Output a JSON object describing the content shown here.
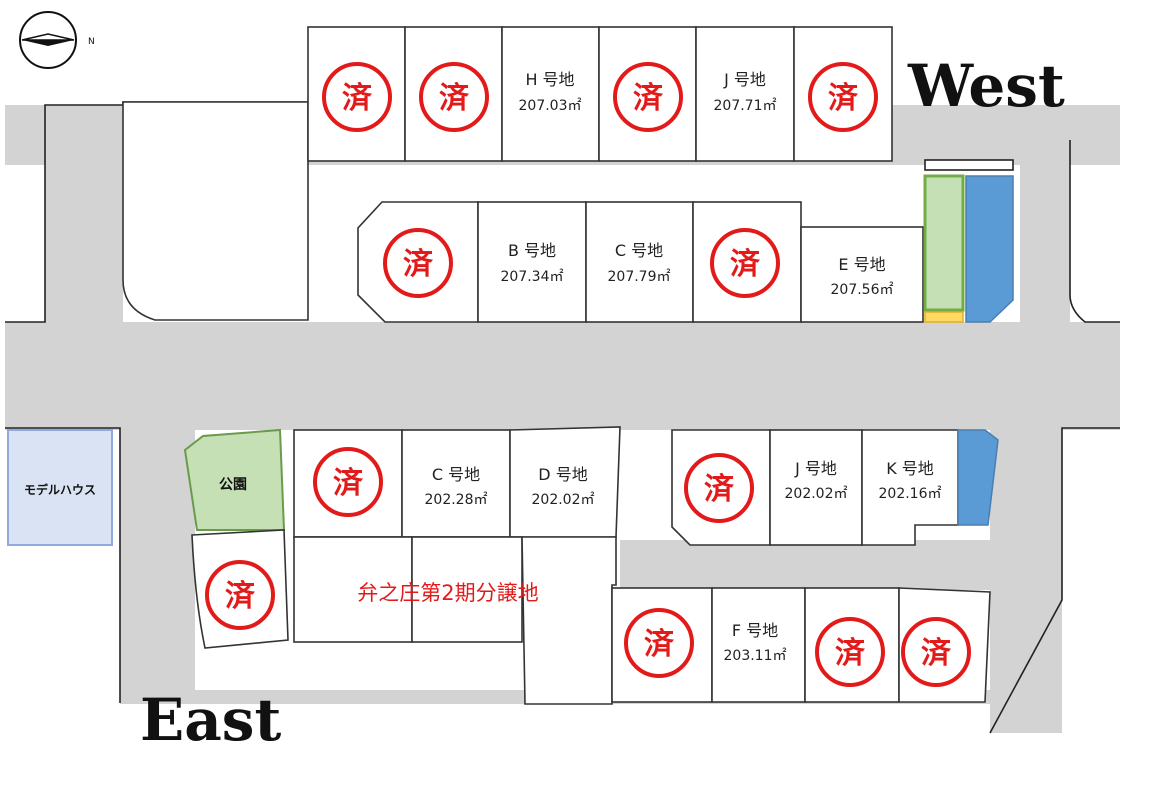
{
  "compass": {
    "letter": "N"
  },
  "directions": {
    "west": "West",
    "east": "East"
  },
  "model_house": "モデルハウス",
  "park": "公園",
  "development": "弁之庄第2期分譲地",
  "sold_mark": "済",
  "lots": {
    "north_H": {
      "name": "H 号地",
      "area": "207.03㎡"
    },
    "north_J": {
      "name": "J 号地",
      "area": "207.71㎡"
    },
    "mid_B": {
      "name": "B 号地",
      "area": "207.34㎡"
    },
    "mid_C": {
      "name": "C 号地",
      "area": "207.79㎡"
    },
    "mid_E": {
      "name": "E 号地",
      "area": "207.56㎡"
    },
    "south_C": {
      "name": "C 号地",
      "area": "202.28㎡"
    },
    "south_D": {
      "name": "D 号地",
      "area": "202.02㎡"
    },
    "south_J": {
      "name": "J 号地",
      "area": "202.02㎡"
    },
    "south_K": {
      "name": "K 号地",
      "area": "202.16㎡"
    },
    "south_F": {
      "name": "F 号地",
      "area": "203.11㎡"
    }
  }
}
